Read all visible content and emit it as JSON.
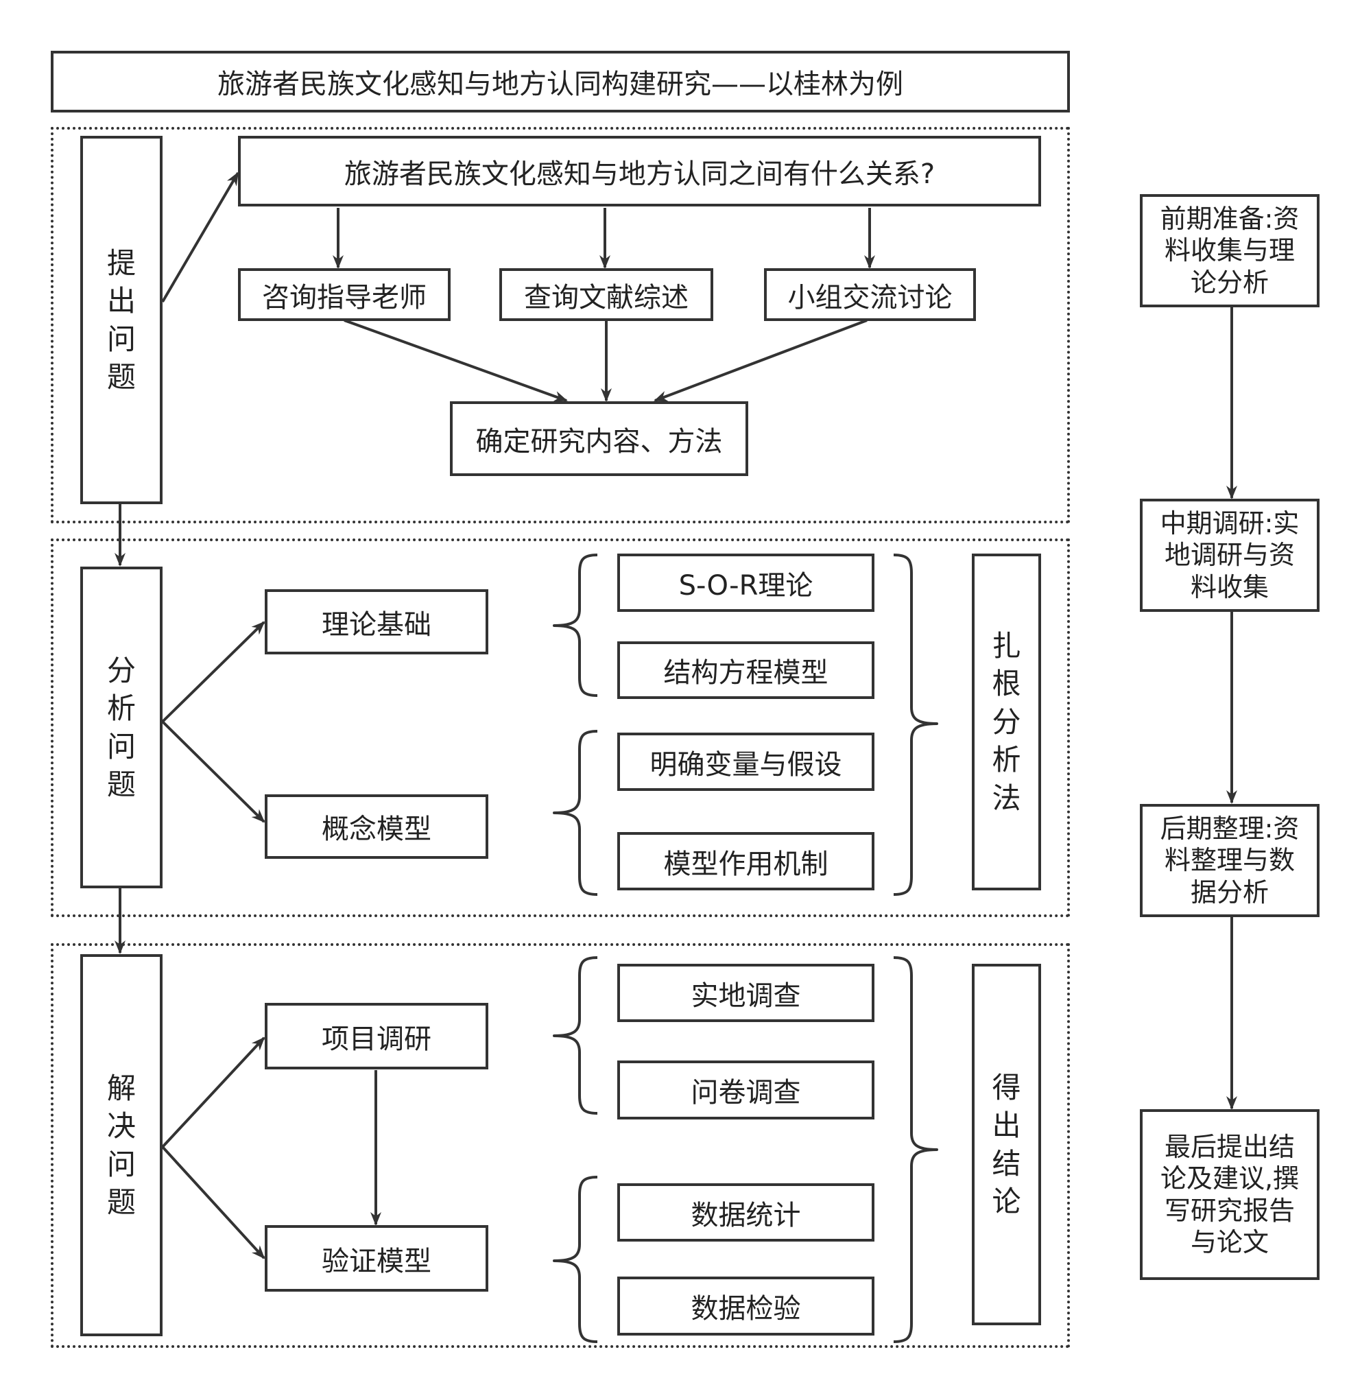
{
  "title": "旅游者民族文化感知与地方认同构建研究——以桂林为例",
  "stage1": {
    "side_label": "提出问题",
    "question": "旅游者民族文化感知与地方认同之间有什么关系?",
    "methods": [
      "咨询指导老师",
      "查询文献综述",
      "小组交流讨论"
    ],
    "result": "确定研究内容、方法"
  },
  "stage2": {
    "side_label": "分析问题",
    "theory": "理论基础",
    "concept": "概念模型",
    "theory_items": [
      "S-O-R理论",
      "结构方程模型"
    ],
    "concept_items": [
      "明确变量与假设",
      "模型作用机制"
    ],
    "method": "扎根分析法"
  },
  "stage3": {
    "side_label": "解决问题",
    "survey": "项目调研",
    "verify": "验证模型",
    "survey_items": [
      "实地调查",
      "问卷调查"
    ],
    "verify_items": [
      "数据统计",
      "数据检验"
    ],
    "conclusion": "得出结论"
  },
  "timeline": [
    "前期准备:资料收集与理论分析",
    "中期调研:实地调研与资料收集",
    "后期整理:资料整理与数据分析",
    "最后提出结论及建议,撰写研究报告与论文"
  ]
}
